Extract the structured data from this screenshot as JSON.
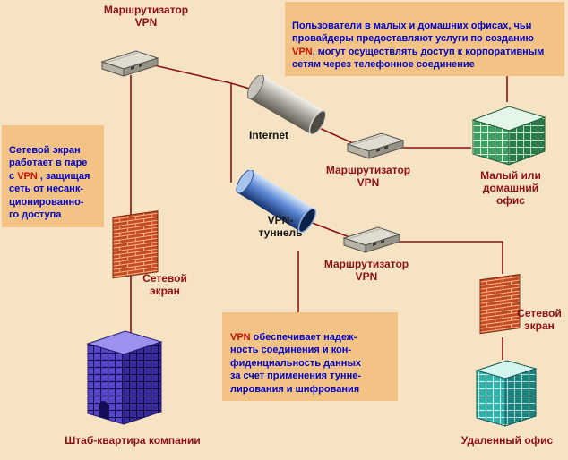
{
  "diagram": {
    "labels": {
      "router_top": "Маршрутизатор\nVPN",
      "internet": "Internet",
      "router_right": "Маршрутизатор\nVPN",
      "small_office": "Малый или\nдомашний\nофис",
      "vpn_tunnel": "VPN-\nтуннель",
      "router_lower": "Маршрутизатор\nVPN",
      "firewall_left": "Сетевой\nэкран",
      "firewall_right": "Сетевой\nэкран",
      "headquarters": "Штаб-квартира компании",
      "remote_office": "Удаленный офис"
    },
    "callouts": {
      "top_right": {
        "pre": "Пользователи в малых и домашних офисах, чьи\nпровайдеры предоставляют услуги по созданию\n",
        "vpn": "VPN",
        "post": ", могут осуществлять доступ к корпоративным\nсетям через телефонное соединение"
      },
      "left": {
        "pre": "Сетевой экран\nработает в паре\nс ",
        "vpn": "VPN",
        "post": " , защищая\nсеть от несанк-\nционированно-\nго доступа"
      },
      "bottom": {
        "vpn": "VPN",
        "post": " обеспечивает надеж-\nность соединения и кон-\nфиденциальность данных\nза счет применения тунне-\nлирования и шифрования"
      }
    },
    "colors": {
      "background": "#F6E3C4",
      "callout_bg": "#F2C384",
      "callout_text": "#0000C6",
      "vpn_highlight": "#C81000",
      "label_text": "#8E1111",
      "connector_line": "#8E1111",
      "internet_label": "#151515"
    }
  }
}
